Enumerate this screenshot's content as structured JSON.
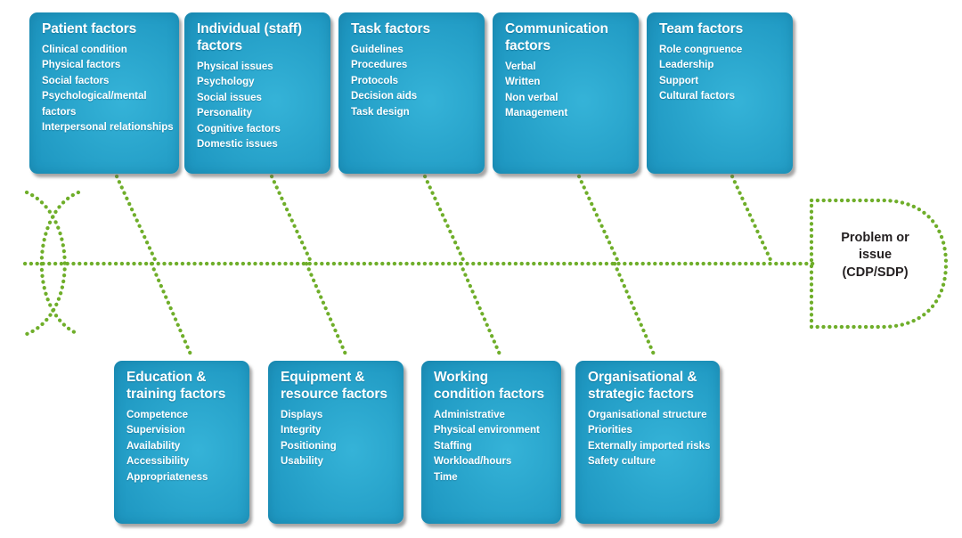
{
  "diagram": {
    "type": "fishbone-ishikawa",
    "colors": {
      "box_fill_light": "#35b3d8",
      "box_fill_dark": "#1a84ad",
      "bone_green": "#6fae2a",
      "text_on_box": "#ffffff",
      "head_text": "#231f20",
      "background": "#ffffff"
    },
    "head": {
      "lines": [
        "Problem or",
        "issue",
        "(CDP/SDP)"
      ]
    },
    "top_categories": [
      {
        "title": "Patient factors",
        "items": [
          "Clinical condition",
          "Physical factors",
          "Social factors",
          "Psychological/mental factors",
          "Interpersonal relationships"
        ]
      },
      {
        "title": "Individual (staff) factors",
        "items": [
          "Physical issues",
          "Psychology",
          "Social issues",
          "Personality",
          "Cognitive factors",
          "Domestic issues"
        ]
      },
      {
        "title": "Task factors",
        "items": [
          "Guidelines",
          "Procedures",
          "Protocols",
          "Decision aids",
          "Task design"
        ]
      },
      {
        "title": "Communication factors",
        "items": [
          "Verbal",
          "Written",
          "Non verbal",
          "Management"
        ]
      },
      {
        "title": "Team factors",
        "items": [
          "Role congruence",
          "Leadership",
          "Support",
          "Cultural factors"
        ]
      }
    ],
    "bottom_categories": [
      {
        "title": "Education & training factors",
        "items": [
          "Competence",
          "Supervision",
          "Availability",
          "Accessibility",
          "Appropriateness"
        ]
      },
      {
        "title": "Equipment & resource factors",
        "items": [
          "Displays",
          "Integrity",
          "Positioning",
          "Usability"
        ]
      },
      {
        "title": "Working condition factors",
        "items": [
          "Administrative",
          "Physical environment",
          "Staffing",
          "Workload/hours",
          "Time"
        ]
      },
      {
        "title": "Organisational & strategic factors",
        "items": [
          "Organisational structure",
          "Priorities",
          "Externally imported risks",
          "Safety culture"
        ]
      }
    ]
  }
}
